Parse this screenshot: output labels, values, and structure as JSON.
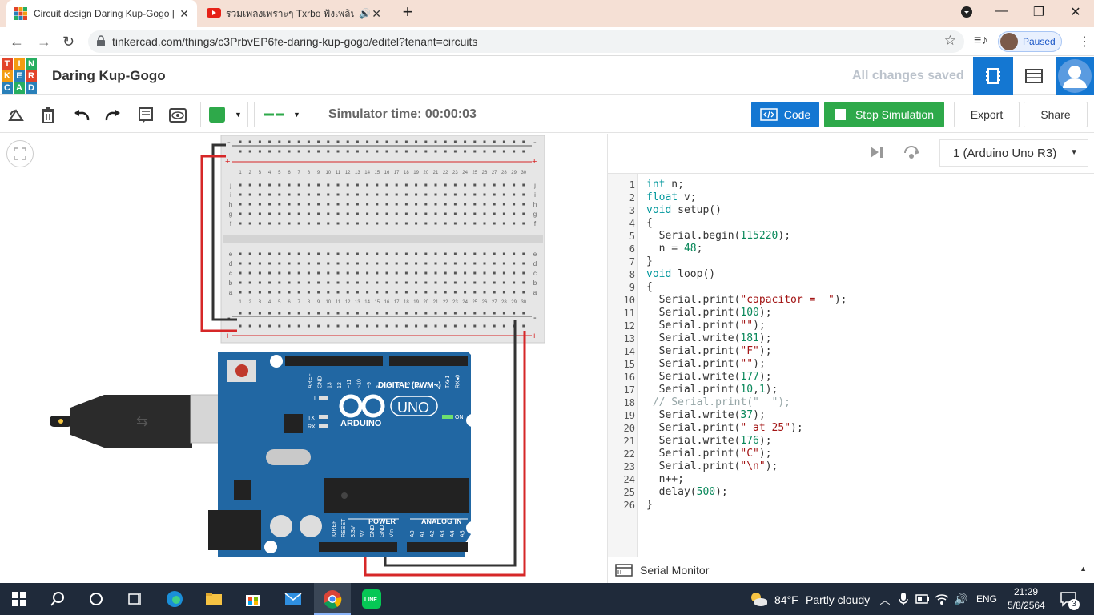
{
  "browser": {
    "tabs": [
      {
        "title": "Circuit design Daring Kup-Gogo |"
      },
      {
        "title": "รวมเพลงเพราะๆ Txrbo ฟังเพลินๆ"
      }
    ],
    "url": "tinkercad.com/things/c3PrbvEP6fe-daring-kup-gogo/editel?tenant=circuits",
    "profile_status": "Paused"
  },
  "tinkercad": {
    "logo_letters": [
      "T",
      "I",
      "N",
      "K",
      "E",
      "R",
      "C",
      "A",
      "D"
    ],
    "project_title": "Daring Kup-Gogo",
    "save_status": "All changes saved"
  },
  "toolbar": {
    "simulator_time": "Simulator time: 00:00:03",
    "code_label": "Code",
    "stop_label": "Stop Simulation",
    "export_label": "Export",
    "share_label": "Share"
  },
  "code_panel": {
    "device": "1 (Arduino Uno R3)",
    "lines": [
      "int n;",
      "float v;",
      "void setup()",
      "{",
      "  Serial.begin(115220);",
      "  n = 48;",
      "}",
      "void loop()",
      "{",
      "  Serial.print(\"capacitor =  \");",
      "  Serial.print(100);",
      "  Serial.print(\"\");",
      "  Serial.write(181);",
      "  Serial.print(\"F\");",
      "  Serial.print(\"\");",
      "  Serial.write(177);",
      "  Serial.print(10,1);",
      " // Serial.print(\"  \");",
      "  Serial.write(37);",
      "  Serial.print(\" at 25\");",
      "  Serial.write(176);",
      "  Serial.print(\"C\");",
      "  Serial.print(\"\\n\");",
      "  n++;",
      "  delay(500);",
      "}"
    ],
    "serial_monitor_label": "Serial Monitor"
  },
  "breadboard": {
    "top_rows": [
      "j",
      "i",
      "h",
      "g",
      "f"
    ],
    "bottom_rows": [
      "e",
      "d",
      "c",
      "b",
      "a"
    ],
    "columns": [
      "1",
      "2",
      "3",
      "4",
      "5",
      "6",
      "7",
      "8",
      "9",
      "10",
      "11",
      "12",
      "13",
      "14",
      "15",
      "16",
      "17",
      "18",
      "19",
      "20",
      "21",
      "22",
      "23",
      "24",
      "25",
      "26",
      "27",
      "28",
      "29",
      "30"
    ],
    "rail_minus": "-",
    "rail_plus": "+"
  },
  "arduino": {
    "brand": "ARDUINO",
    "model": "UNO",
    "digital_label": "DIGITAL (PWM~)",
    "power_label": "POWER",
    "analog_label": "ANALOG IN",
    "tx_label": "TX",
    "rx_label": "RX",
    "on_label": "ON",
    "l_label": "L",
    "digital_pins": [
      "AREF",
      "GND",
      "13",
      "12",
      "~11",
      "~10",
      "~9",
      "8",
      "7",
      "~6",
      "~5",
      "4",
      "~3",
      "2",
      "TX▸1",
      "RX◂0"
    ],
    "power_pins": [
      "IOREF",
      "RESET",
      "3.3V",
      "5V",
      "GND",
      "GND",
      "Vin"
    ],
    "analog_pins": [
      "A0",
      "A1",
      "A2",
      "A3",
      "A4",
      "A5"
    ]
  },
  "taskbar": {
    "weather_temp": "84°F",
    "weather_desc": "Partly cloudy",
    "lang": "ENG",
    "time": "21:29",
    "date": "5/8/2564",
    "notif_count": "3"
  },
  "colors": {
    "code_button": "#1477d2",
    "stop_button": "#2ea94a",
    "board_blue": "#2167a3",
    "wire_red": "#d62728",
    "wire_black": "#333333"
  }
}
